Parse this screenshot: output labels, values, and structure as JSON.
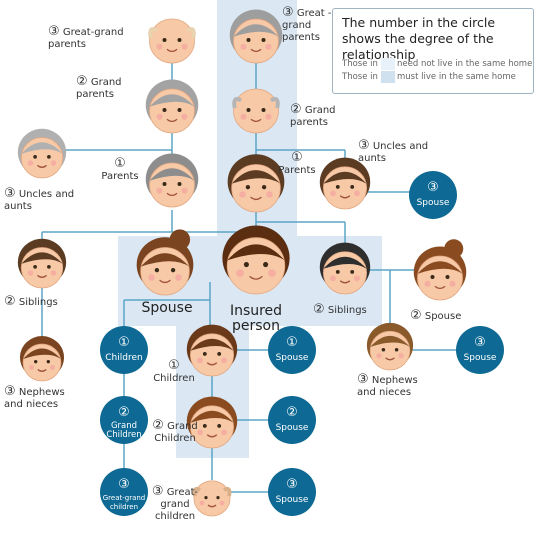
{
  "legend": {
    "title": "The number in the circle shows the degree of the relationship",
    "row1_left": "Those in",
    "row1_right": "need not live in the same home",
    "row2_left": "Those in",
    "row2_right": "must live in the same home",
    "colors": {
      "shaded_light": "#e3eef8",
      "shaded_dark": "#cfe0ef",
      "circle": "#0e6a94",
      "line": "#5aa5c6"
    }
  },
  "people": {
    "great_grandparents_left": {
      "num": "③",
      "text": "Great-grand parents"
    },
    "great_grandparents_right": {
      "num": "③",
      "text": "Great -grand parents"
    },
    "grandparents_left": {
      "num": "②",
      "text": "Grand parents"
    },
    "grandparents_right": {
      "num": "②",
      "text": "Grand parents"
    },
    "parents_left": {
      "num": "①",
      "text": "Parents"
    },
    "parents_right": {
      "num": "①",
      "text": "Parents"
    },
    "uncles_left": {
      "num": "③",
      "text": "Uncles and aunts"
    },
    "uncles_right": {
      "num": "③",
      "text": "Uncles and aunts"
    },
    "siblings_left": {
      "num": "②",
      "text": "Siblings"
    },
    "siblings_right": {
      "num": "②",
      "text": "Siblings"
    },
    "spouse_center": {
      "text": "Spouse"
    },
    "insured": {
      "text": "Insured person"
    },
    "sibling_spouse_right": {
      "num": "②",
      "text": "Spouse"
    },
    "nephews_left": {
      "num": "③",
      "text": "Nephews and nieces"
    },
    "nephews_right": {
      "num": "③",
      "text": "Nephews and nieces"
    },
    "children_center": {
      "num": "①",
      "text": "Children"
    },
    "grandchildren_center": {
      "num": "②",
      "text": "Grand Children"
    },
    "greatgrandchildren_center": {
      "num": "③",
      "text": "Great- grand children"
    }
  },
  "circles": {
    "uncle_spouse": {
      "num": "③",
      "text": "Spouse"
    },
    "nephew_spouse": {
      "num": "③",
      "text": "Spouse"
    },
    "child_spouse": {
      "num": "①",
      "text": "Spouse"
    },
    "grandchild_spouse": {
      "num": "②",
      "text": "Spouse"
    },
    "greatgrandchild_spouse": {
      "num": "③",
      "text": "Spouse"
    },
    "children": {
      "num": "①",
      "text": "Children"
    },
    "grand_children": {
      "num": "②",
      "text": "Grand Children"
    },
    "great_grand_children": {
      "num": "③",
      "text": "Great-grand children"
    }
  }
}
